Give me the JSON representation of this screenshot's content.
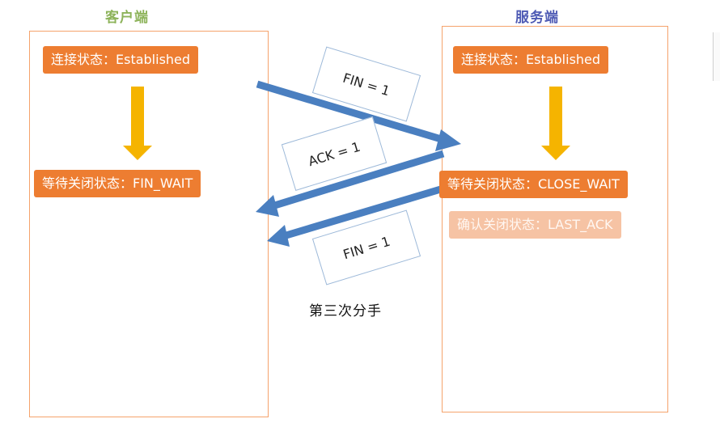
{
  "client": {
    "title": "客户端",
    "states": [
      "连接状态：Established",
      "等待关闭状态：FIN_WAIT"
    ]
  },
  "server": {
    "title": "服务端",
    "states": [
      "连接状态：Established",
      "等待关闭状态：CLOSE_WAIT",
      "确认关闭状态：LAST_ACK"
    ]
  },
  "messages": [
    "FIN = 1",
    "ACK = 1",
    "FIN = 1"
  ],
  "caption": "第三次分手",
  "colors": {
    "state_box": "#ed7d31",
    "state_box_faded": "#f6c3a4",
    "panel_border": "#f5a36c",
    "client_title": "#8db35a",
    "server_title": "#4e5ab4",
    "down_arrow": "#f5b400",
    "message_arrow": "#4a7fc0"
  }
}
